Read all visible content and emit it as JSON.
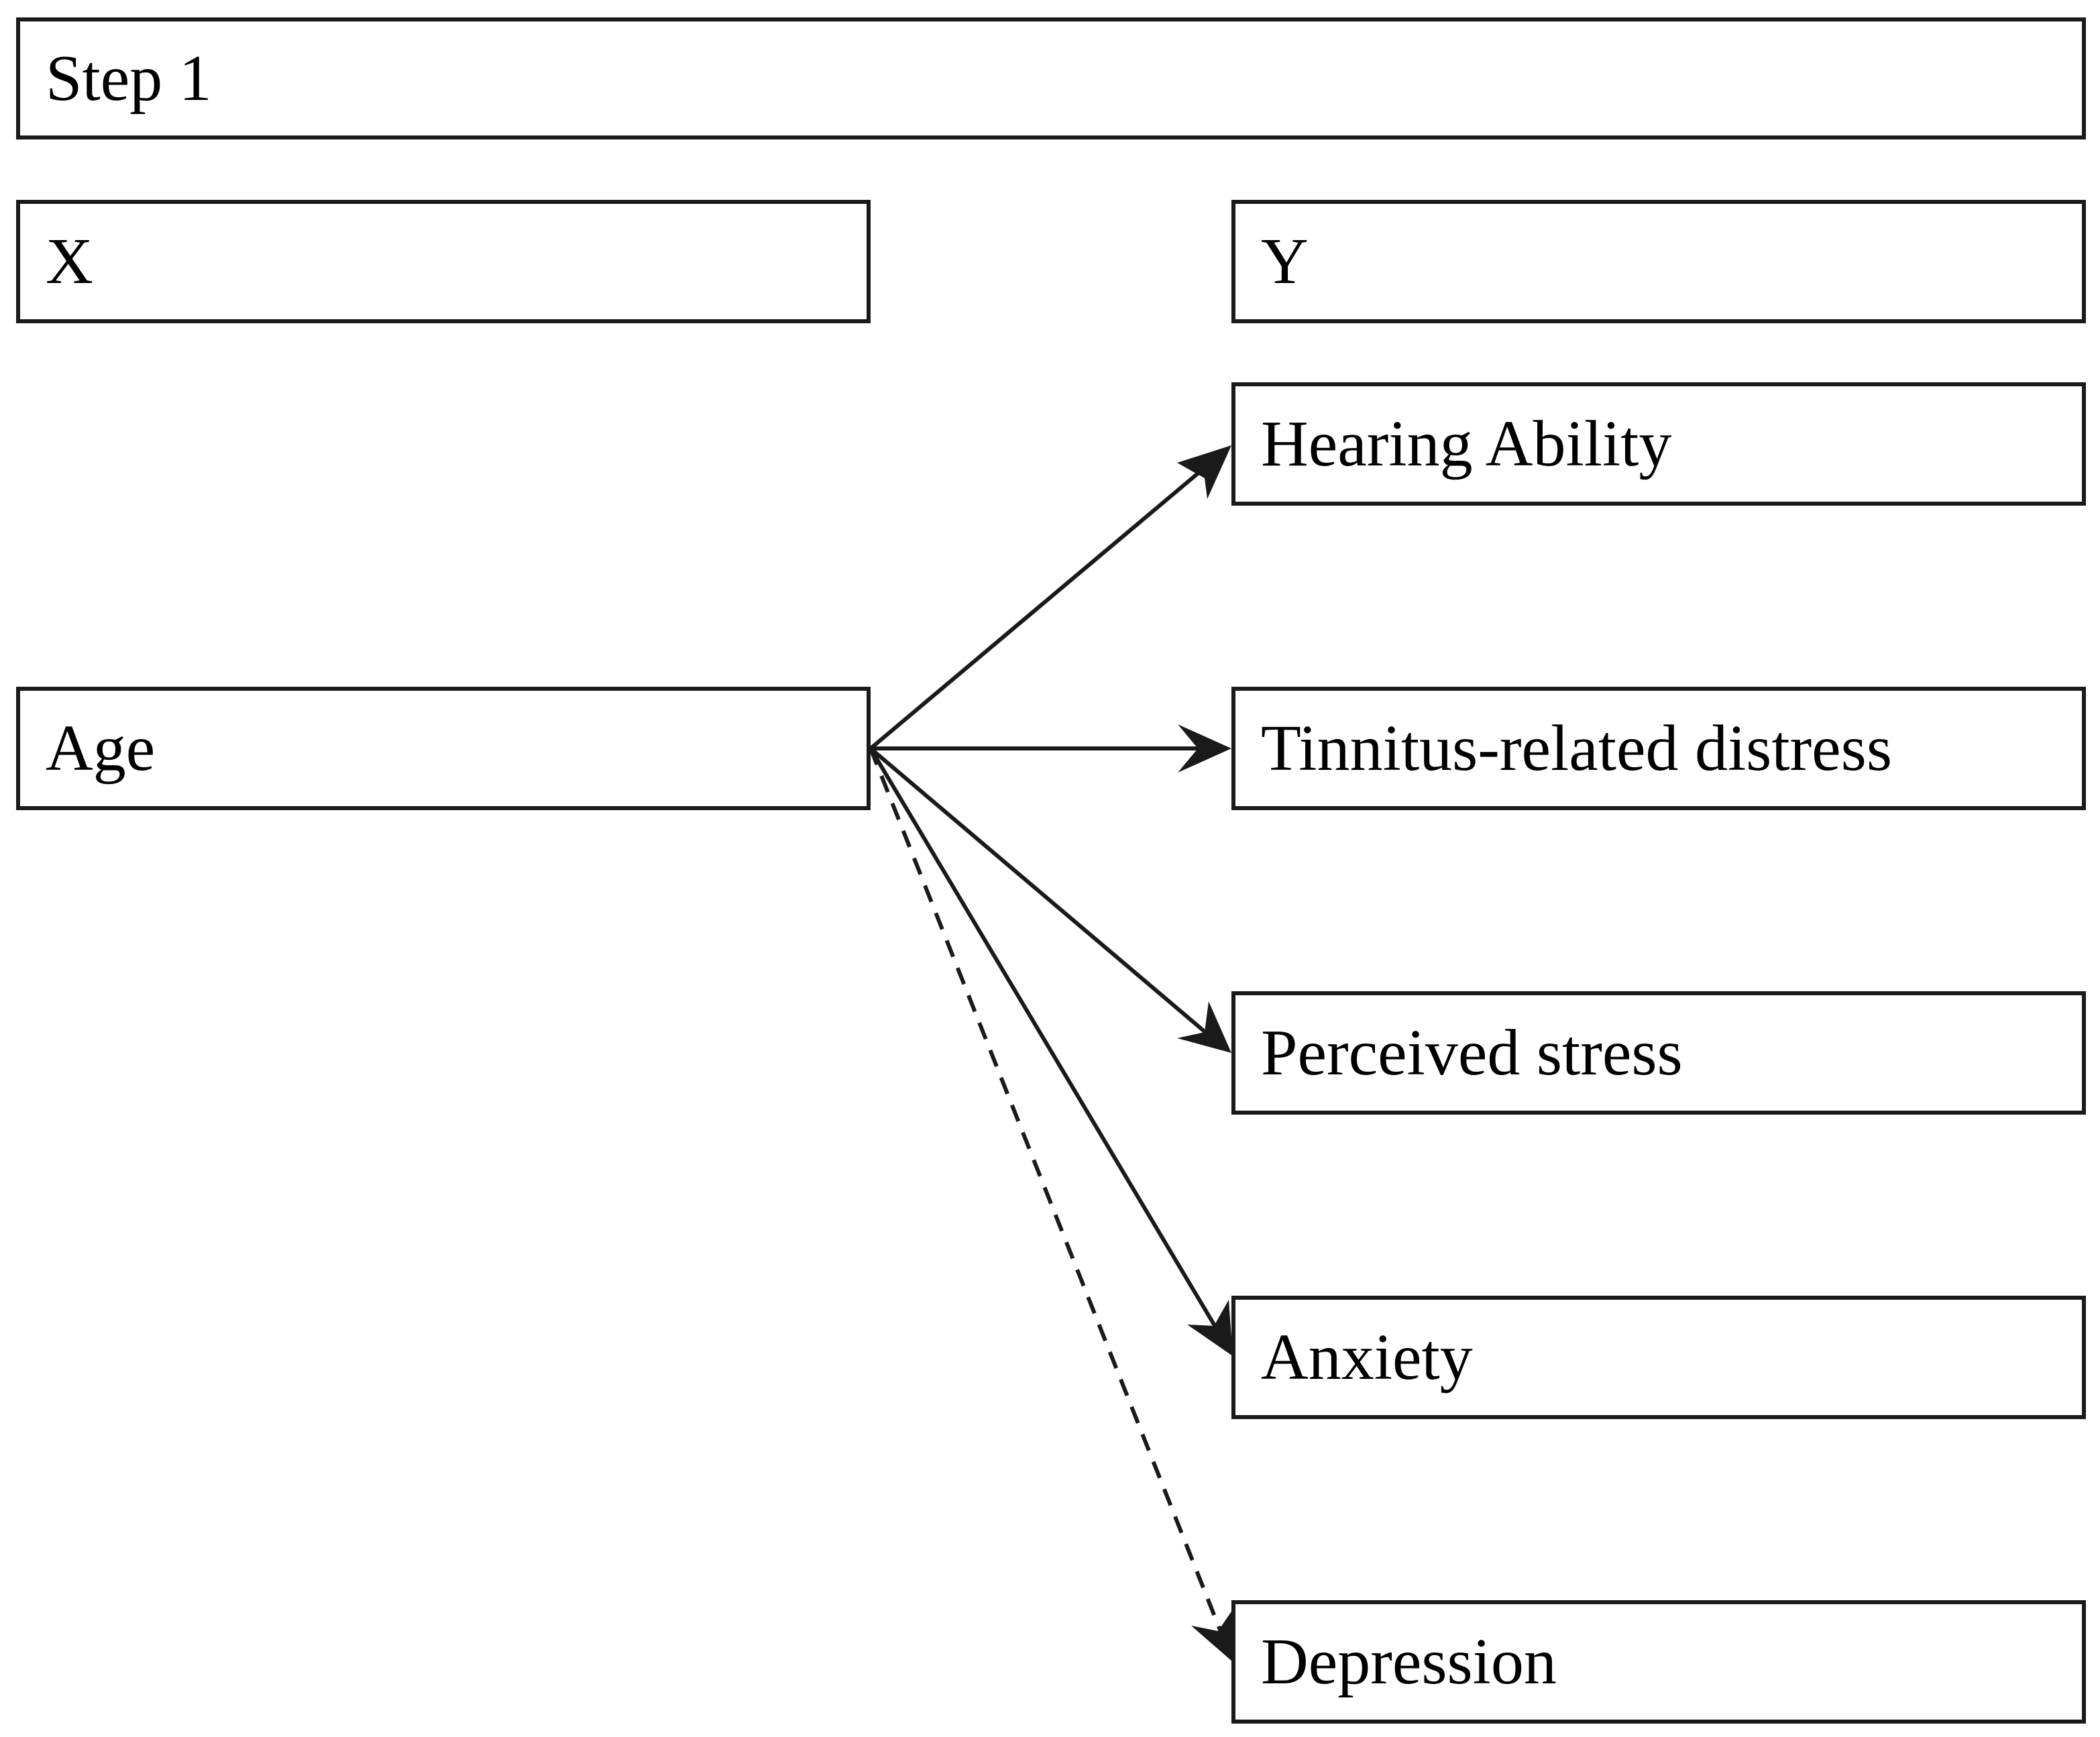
{
  "diagram": {
    "step_label": "Step 1",
    "x_header": "X",
    "y_header": "Y",
    "predictor": "Age",
    "outcomes": [
      {
        "label": "Hearing Ability",
        "line": "solid"
      },
      {
        "label": "Tinnitus-related distress",
        "line": "solid"
      },
      {
        "label": "Perceived stress",
        "line": "solid"
      },
      {
        "label": "Anxiety",
        "line": "solid"
      },
      {
        "label": "Depression",
        "line": "dashed"
      }
    ]
  },
  "colors": {
    "stroke": "#1a1a1a",
    "background": "#ffffff"
  }
}
